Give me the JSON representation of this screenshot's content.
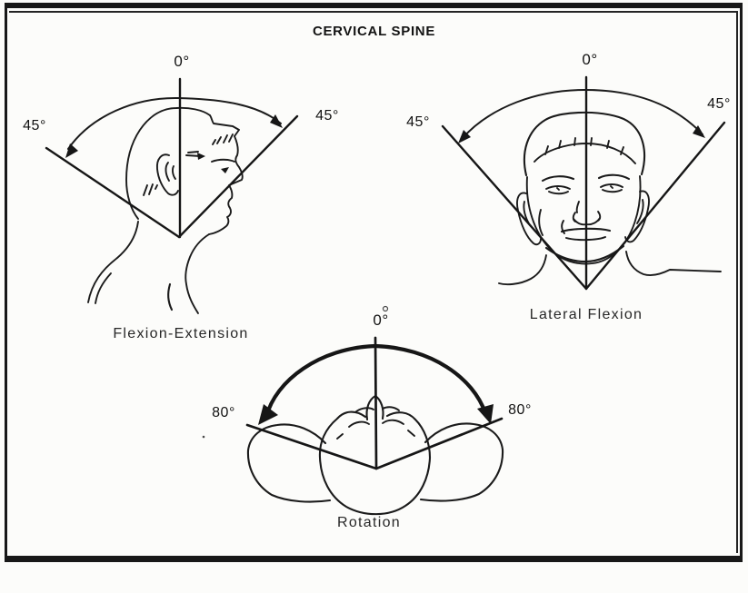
{
  "title": "CERVICAL SPINE",
  "figures": {
    "flexion_extension": {
      "caption": "Flexion-Extension",
      "angle_top": "0°",
      "angle_left": "45°",
      "angle_right": "45°"
    },
    "lateral_flexion": {
      "caption": "Lateral Flexion",
      "angle_top": "0°",
      "angle_left": "45°",
      "angle_right": "45°"
    },
    "rotation": {
      "caption": "Rotation",
      "angle_top": "0°",
      "angle_left": "80°",
      "angle_right": "80°"
    }
  },
  "colors": {
    "ink": "#1b1b1b",
    "paper": "#fcfcfa"
  }
}
